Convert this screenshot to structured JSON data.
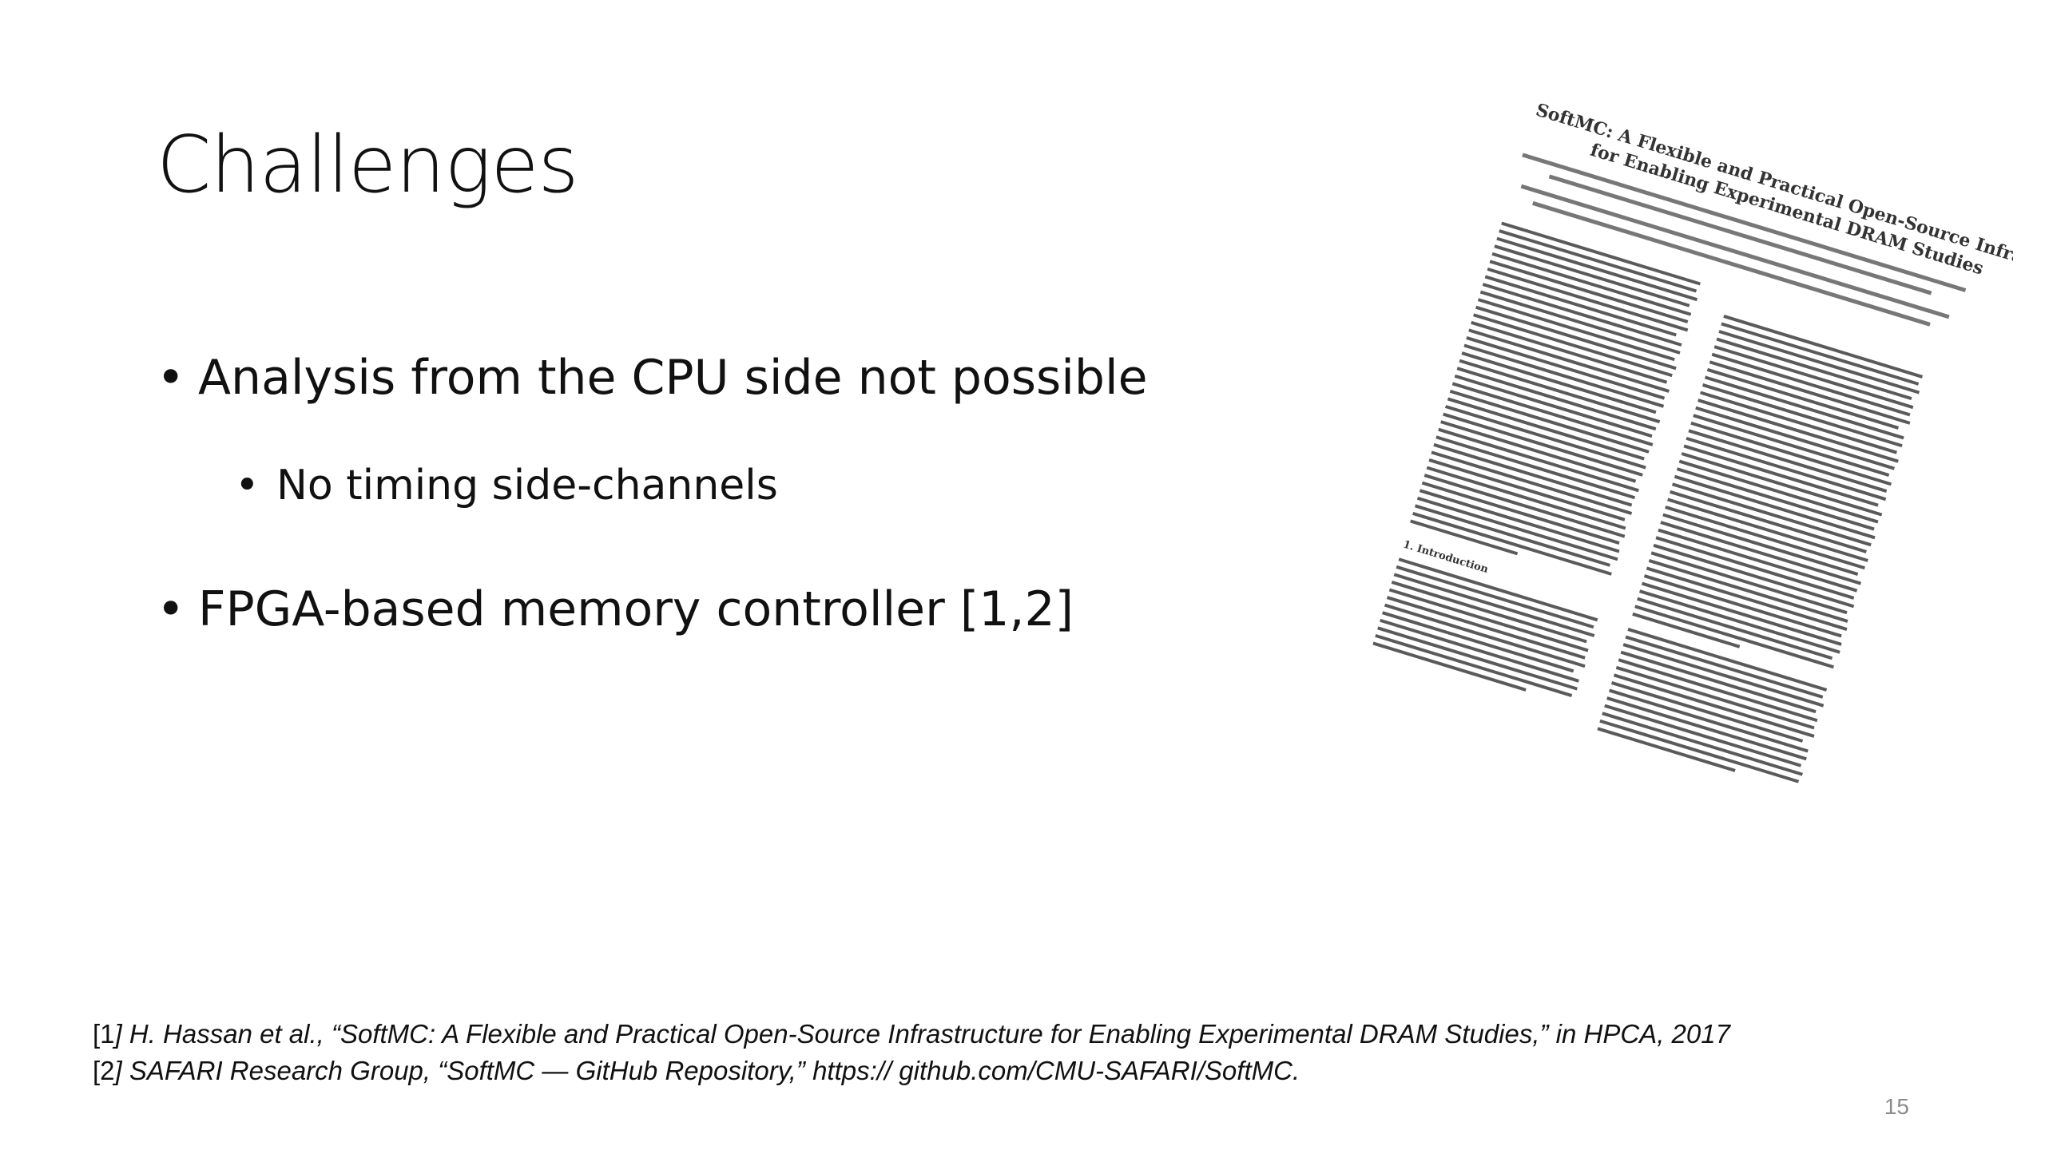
{
  "slide": {
    "title": "Challenges",
    "bullets": [
      "Analysis from the CPU side not possible",
      "No timing side-channels",
      "FPGA-based memory controller [1,2]"
    ],
    "bullet_glyph": "•",
    "references": [
      {
        "num": "[1",
        "text": "] H. Hassan et al., “SoftMC: A Flexible and Practical Open-Source Infrastructure for Enabling Experimental DRAM Studies,” in HPCA, 2017"
      },
      {
        "num": "[2",
        "text": "] SAFARI Research Group, “SoftMC — GitHub Repository,” https:// github.com/CMU-SAFARI/SoftMC."
      }
    ],
    "page_number": "15"
  },
  "paper_image": {
    "title_line1": "SoftMC: A Flexible and Practical Open-Source Infrastructure",
    "title_line2": "for Enabling Experimental DRAM Studies",
    "section_heading": "1. Introduction"
  }
}
